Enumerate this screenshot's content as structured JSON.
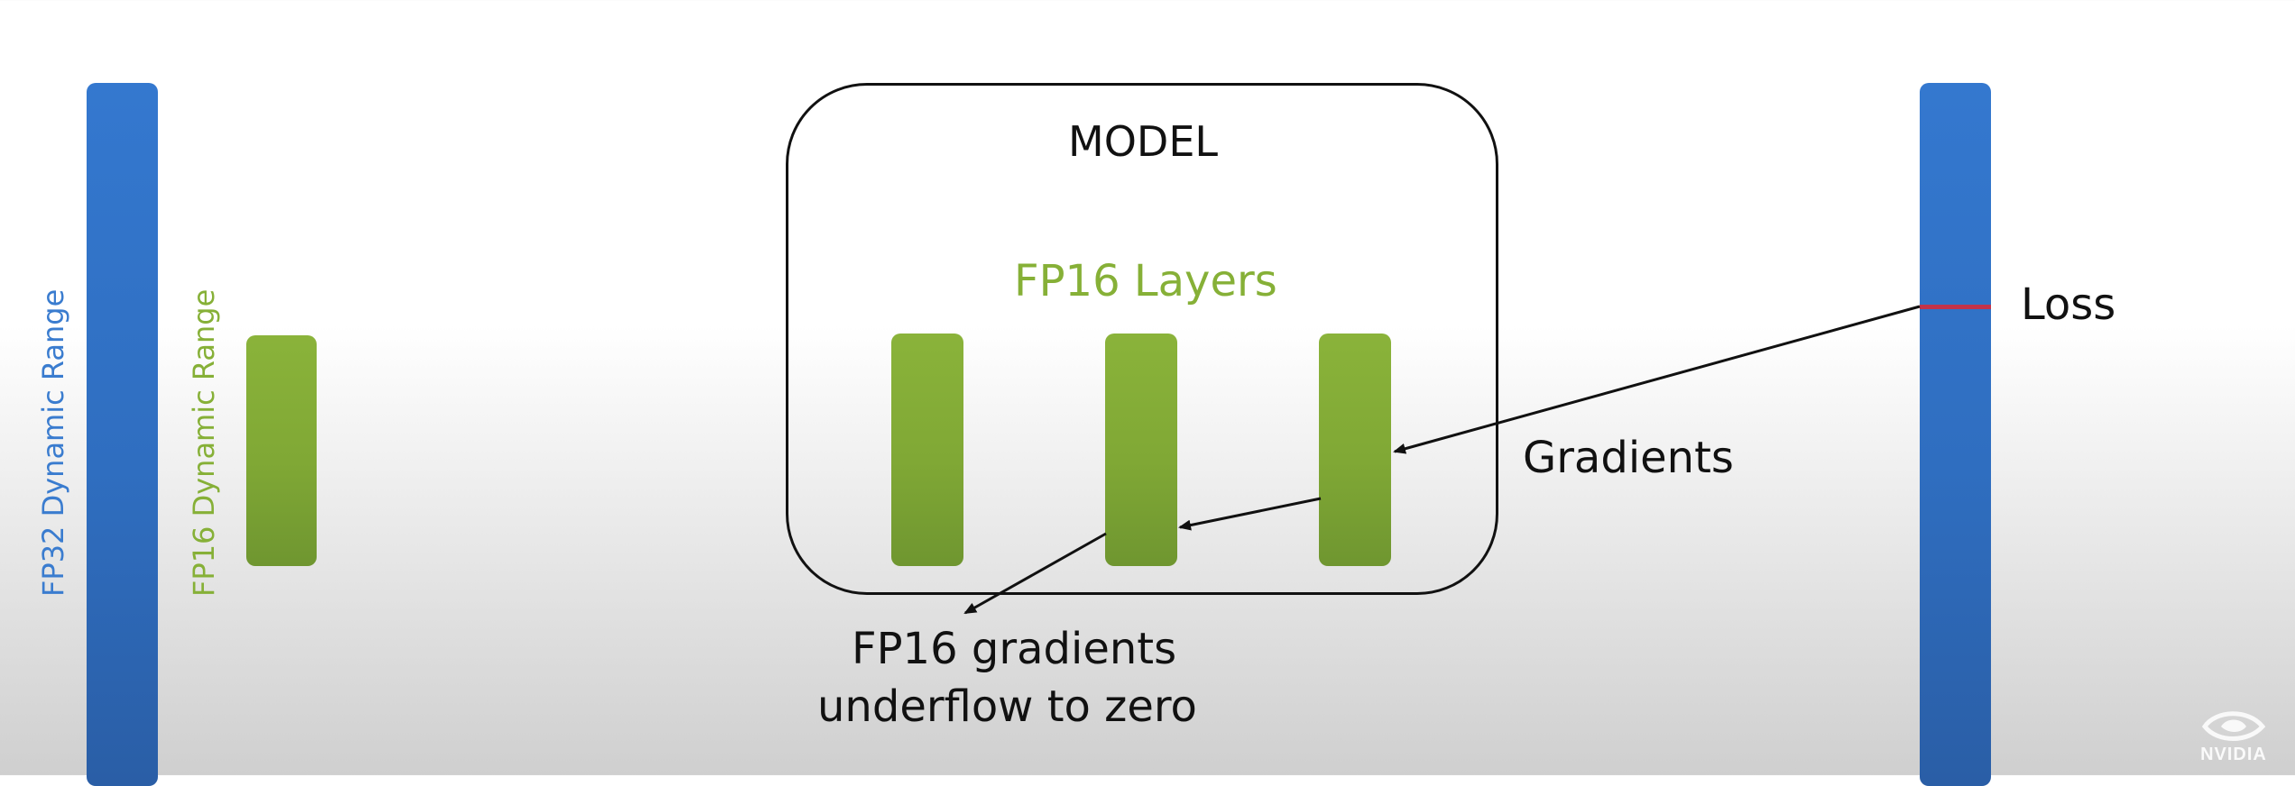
{
  "labels": {
    "fp32_range": "FP32 Dynamic Range",
    "fp16_range": "FP16 Dynamic Range",
    "model_title": "MODEL",
    "layers_title": "FP16 Layers",
    "loss": "Loss",
    "gradients": "Gradients",
    "underflow_line1": "FP16 gradients",
    "underflow_line2": "underflow to zero",
    "logo_text": "NVIDIA"
  },
  "colors": {
    "fp32_blue": "#2f6ec0",
    "fp16_green": "#80a835",
    "loss_marker": "#c2334a",
    "text": "#111111"
  },
  "icons": {
    "logo": "nvidia-eye-logo"
  }
}
